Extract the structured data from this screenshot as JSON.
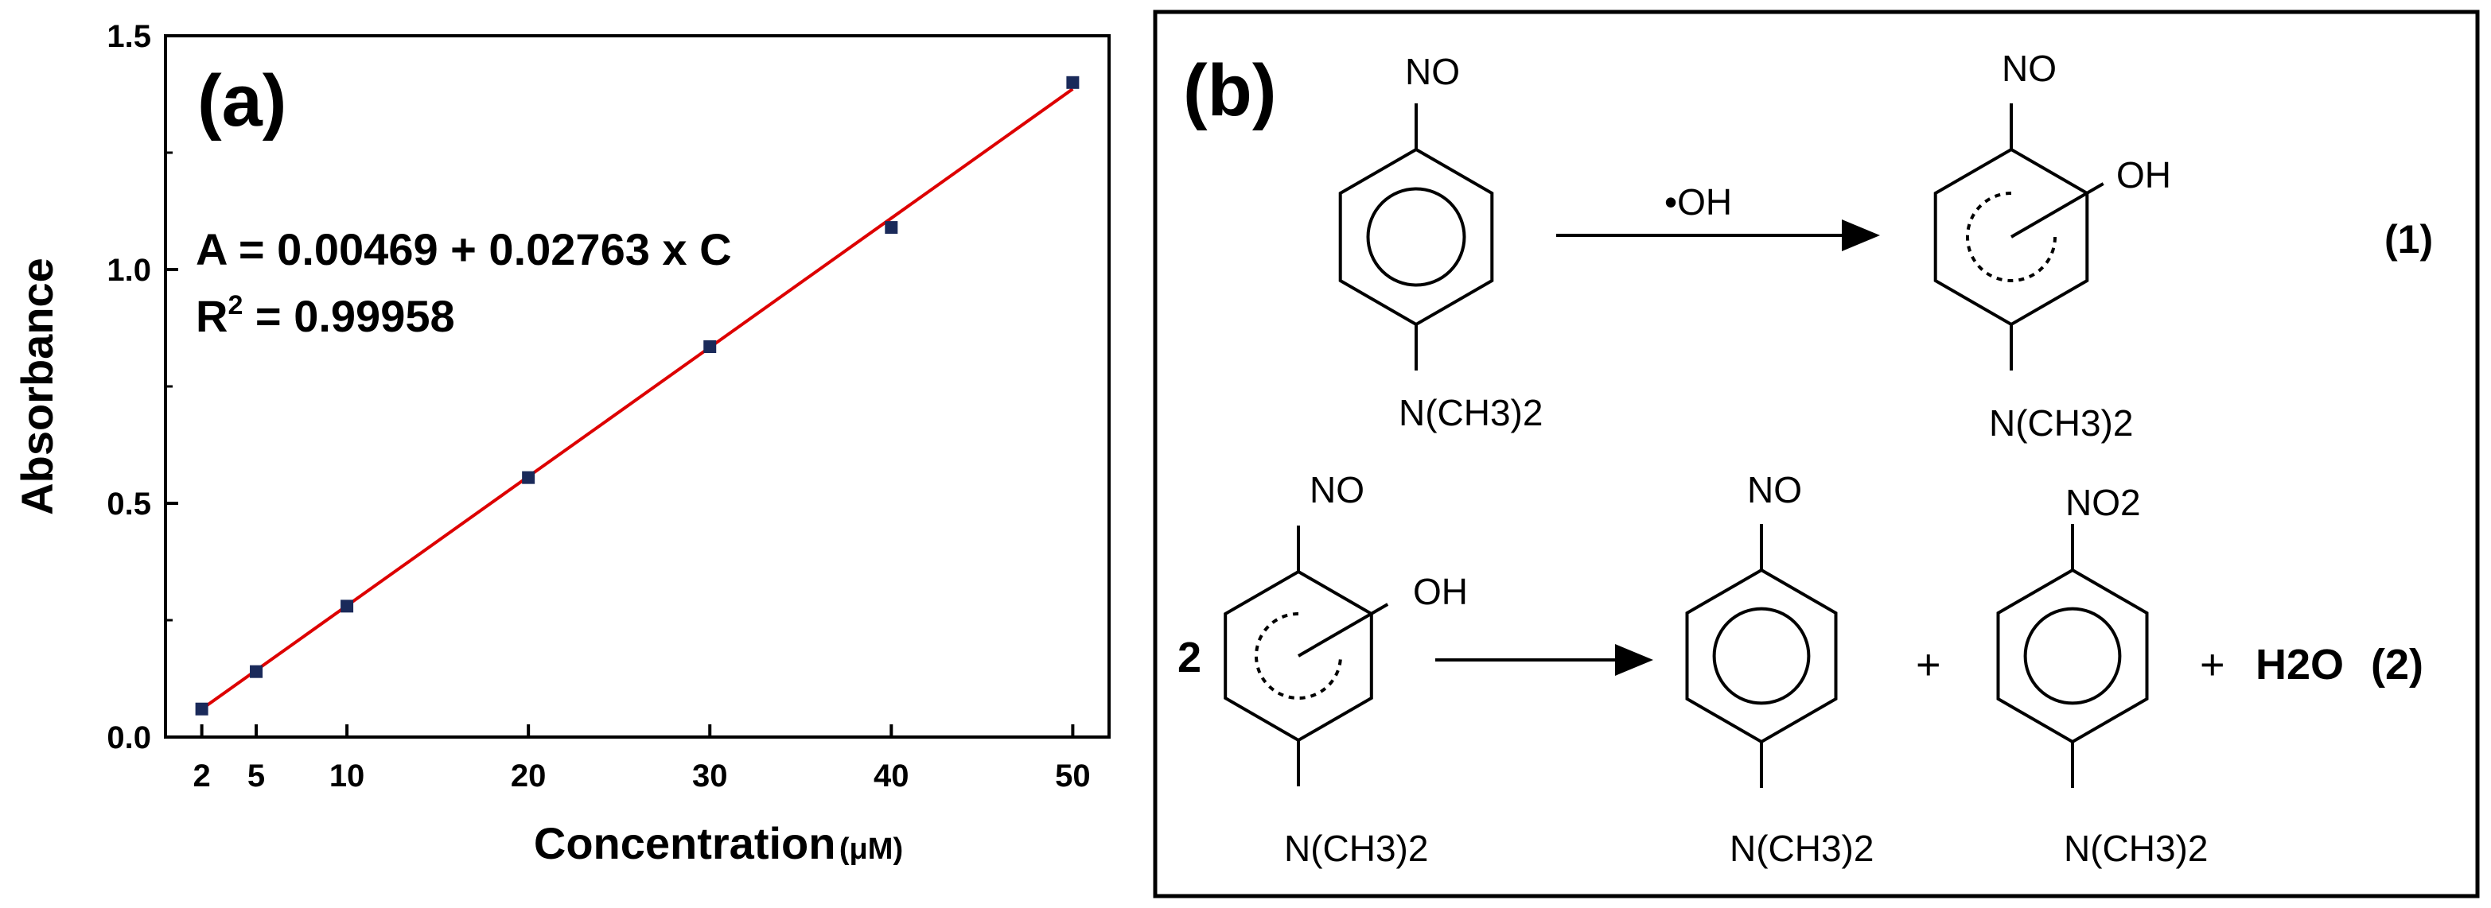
{
  "panel_a": {
    "label": "(a)",
    "equation": "A = 0.00469 + 0.02763 x C",
    "r2_prefix": "R",
    "r2_sup": "2",
    "r2_value": " = 0.99958"
  },
  "panel_b": {
    "label": "(b)",
    "reactant1_top": "NO",
    "reactant1_bottom": "N(CH3)2",
    "reagent": "•OH",
    "product1_top": "NO",
    "product1_oh": "OH",
    "product1_bottom": "N(CH3)2",
    "eq1_label": "(1)",
    "coeff": "2",
    "reactant2_top": "NO",
    "reactant2_oh": "OH",
    "reactant2_bottom": "N(CH3)2",
    "plus1": "+",
    "product2a_top": "NO",
    "product2a_bottom": "N(CH3)2",
    "product2b_top": "NO2",
    "product2b_bottom": "N(CH3)2",
    "plus2": "+",
    "water": "H2O",
    "eq2_label": "(2)"
  },
  "colors": {
    "fit_line": "#dd0000",
    "marker": "#1a2a5a",
    "axis": "#000000"
  },
  "chart_data": {
    "type": "scatter",
    "title": "",
    "xlabel": "Concentration",
    "xlabel_unit": "(μM)",
    "ylabel": "Absorbance",
    "xlim": [
      0,
      52
    ],
    "ylim": [
      0.0,
      1.5
    ],
    "x_ticks": [
      2,
      5,
      10,
      20,
      30,
      40,
      50
    ],
    "y_ticks": [
      0.0,
      0.5,
      1.0,
      1.5
    ],
    "y_tick_labels": [
      "0.0",
      "0.5",
      "1.0",
      "1.5"
    ],
    "grid": false,
    "series": [
      {
        "x": [
          2,
          5,
          10,
          20,
          30,
          40,
          50
        ],
        "y": [
          0.06,
          0.14,
          0.28,
          0.555,
          0.835,
          1.09,
          1.4
        ]
      }
    ],
    "fit": {
      "intercept": 0.00469,
      "slope": 0.02763,
      "x_range": [
        2,
        50
      ]
    }
  }
}
